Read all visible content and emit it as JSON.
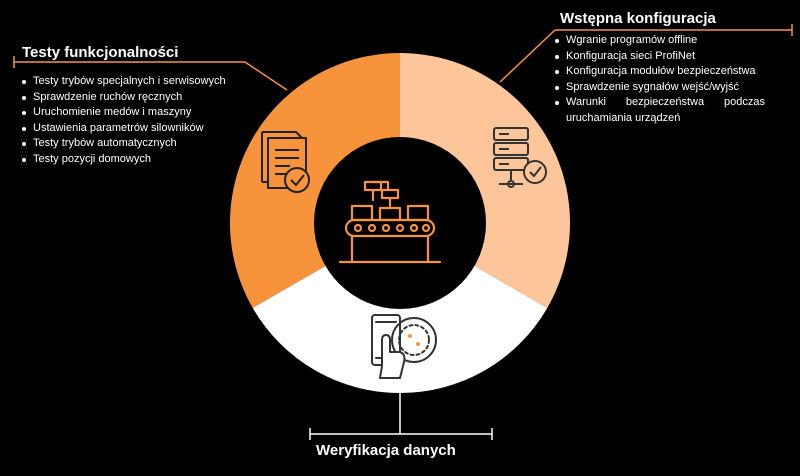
{
  "colors": {
    "background": "#000000",
    "segment_functional": "#F7943B",
    "segment_initial": "#FCC69A",
    "segment_verification": "#FFFFFF",
    "center": "#000000",
    "accent": "#F7943B",
    "line": "#F7943B"
  },
  "sections": {
    "functional_tests": {
      "title": "Testy funkcjonalności",
      "items": [
        "Testy trybów specjalnych i serwisowych",
        "Sprawdzenie ruchów ręcznych",
        "Uruchomienie medów i maszyny",
        "Ustawienia parametrów silowników",
        "Testy trybów automatycznych",
        "Testy pozycji domowych"
      ],
      "icon": "document-check-icon"
    },
    "initial_configuration": {
      "title": "Wstępna konfiguracja",
      "items": [
        "Wgranie programów offline",
        "Konfiguracja sieci ProfiNet",
        "Konfiguracja modułów bezpieczeństwa",
        "Sprawdzenie sygnałów wejść/wyjść",
        "Warunki bezpieczeństwa podczas uruchamiania urządzeń"
      ],
      "icon": "server-check-icon"
    },
    "data_verification": {
      "title": "Weryfikacja danych",
      "icon": "touchscreen-hand-icon"
    }
  },
  "center_icon": "conveyor-robot-icon",
  "segments": [
    {
      "key": "functional_tests",
      "share": 0.3333,
      "color": "#F7943B"
    },
    {
      "key": "initial_configuration",
      "share": 0.3333,
      "color": "#FCC69A"
    },
    {
      "key": "data_verification",
      "share": 0.3334,
      "color": "#FFFFFF"
    }
  ]
}
